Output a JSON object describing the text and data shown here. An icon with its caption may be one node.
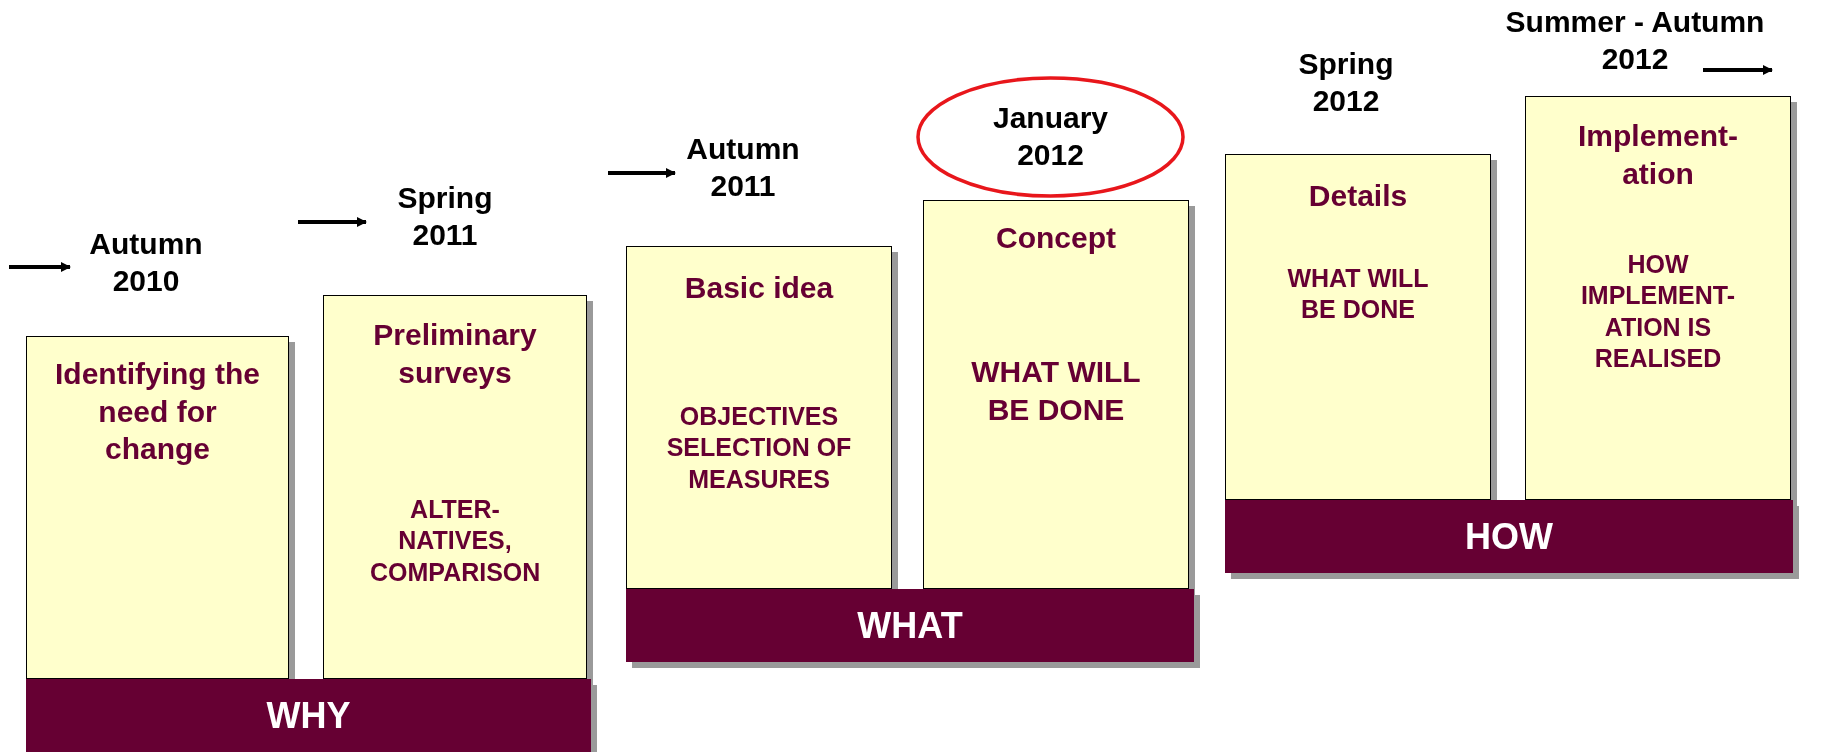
{
  "diagram": {
    "nodes": [
      {
        "text": [
          "Identifying the need for change"
        ],
        "beside": [
          "Autumn 2010"
        ]
      },
      {
        "text": [
          "Preliminary surveys",
          "ALTER- NATIVES, COMPARISON"
        ],
        "beside": [
          "Spring 2011"
        ]
      },
      {
        "text": [
          "WHY"
        ]
      },
      {
        "text": [
          "Basic idea",
          "OBJECTIVES SELECTION OF MEASURES"
        ],
        "beside": [
          "Autumn 2011"
        ]
      },
      {
        "text": [
          "January 2012"
        ]
      },
      {
        "text": [
          "Concept",
          "WHAT WILL BE DONE"
        ]
      },
      {
        "text": [
          "WHAT"
        ]
      },
      {
        "text": [
          "Details",
          "WHAT WILL BE DONE"
        ],
        "beside": [
          "Spring 2012"
        ]
      },
      {
        "text": [
          "Implement- ation",
          "HOW IMPLEMENT- ATION IS REALISED"
        ],
        "beside": [
          "Summer - Autumn 2012"
        ]
      },
      {
        "text": [
          "HOW"
        ]
      }
    ]
  }
}
